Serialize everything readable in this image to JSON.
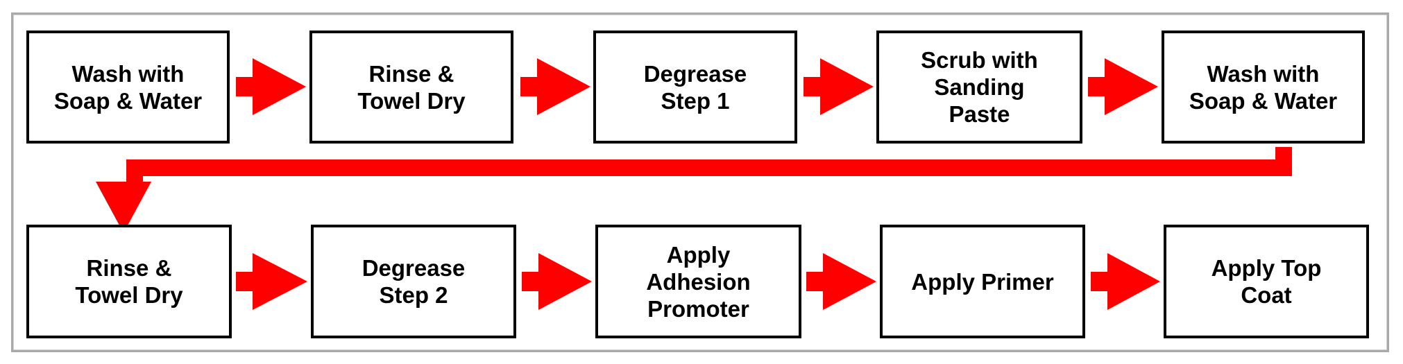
{
  "diagram": {
    "accent_color": "#ff0000",
    "row_top": [
      "Wash with\nSoap & Water",
      "Rinse &\nTowel Dry",
      "Degrease\nStep 1",
      "Scrub with\nSanding\nPaste",
      "Wash with\nSoap & Water"
    ],
    "row_bottom": [
      "Rinse &\nTowel Dry",
      "Degrease\nStep 2",
      "Apply\nAdhesion\nPromoter",
      "Apply Primer",
      "Apply Top\nCoat"
    ]
  }
}
